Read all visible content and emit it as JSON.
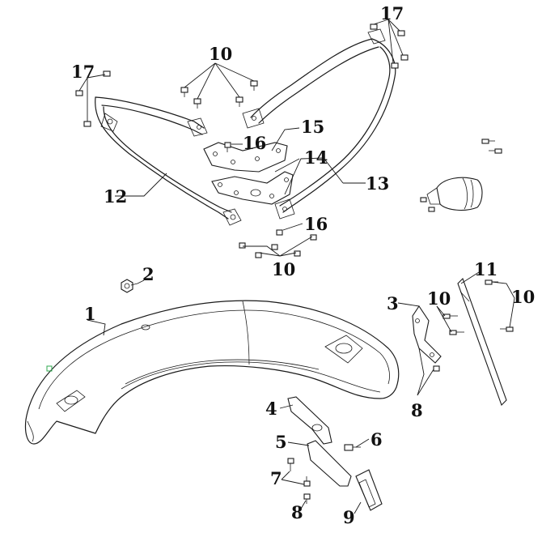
{
  "diagram": {
    "callouts": {
      "c1": "1",
      "c2": "2",
      "c3": "3",
      "c4": "4",
      "c5": "5",
      "c6": "6",
      "c7": "7",
      "c8a": "8",
      "c8b": "8",
      "c9": "9",
      "c10a": "10",
      "c10b": "10",
      "c10c": "10",
      "c10d": "10",
      "c11": "11",
      "c12": "12",
      "c13": "13",
      "c14": "14",
      "c15": "15",
      "c16a": "16",
      "c16b": "16",
      "c17a": "17",
      "c17b": "17"
    },
    "marker_color": "#2fa84f",
    "line_color": "#1a1a1a"
  }
}
